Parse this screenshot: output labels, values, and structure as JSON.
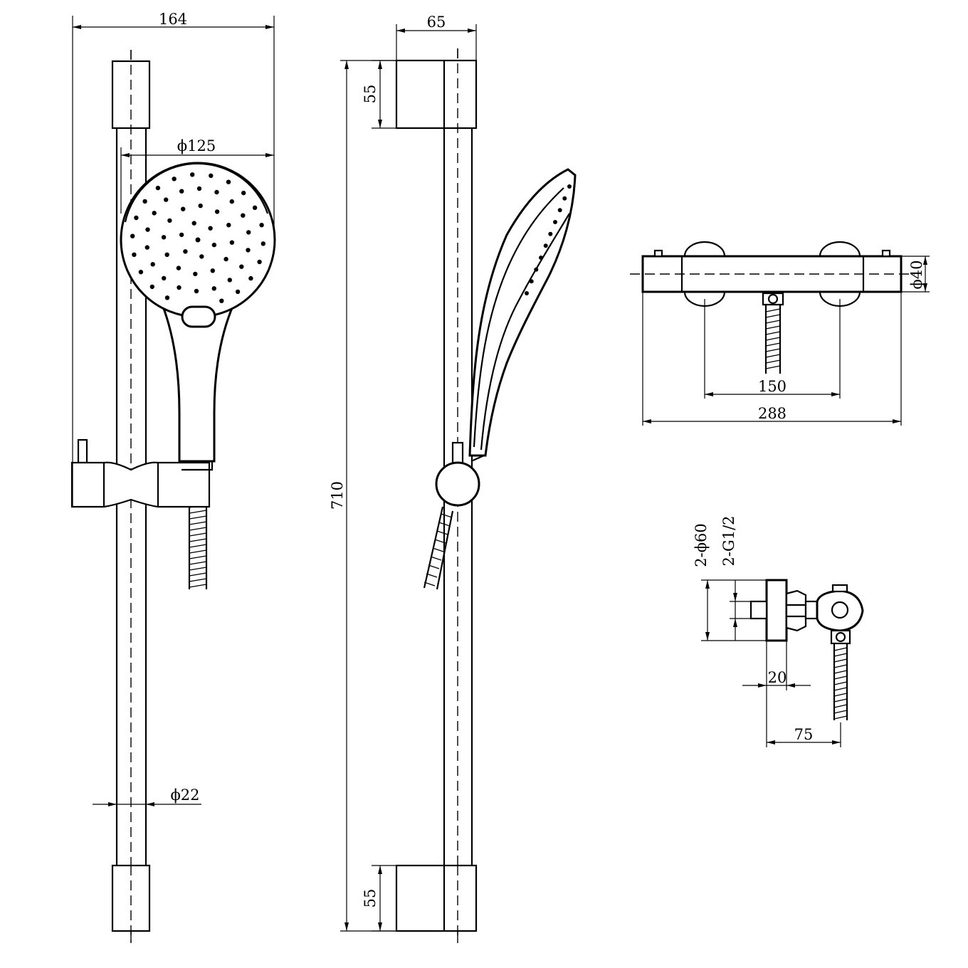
{
  "front_view": {
    "width": "164",
    "head_diameter": "ϕ125",
    "rail_diameter": "ϕ22"
  },
  "side_view": {
    "depth": "65",
    "top_bracket": "55",
    "rail_length": "710",
    "bottom_bracket": "55"
  },
  "valve_front": {
    "body_diameter": "ϕ40",
    "inlet_centres": "150",
    "overall_length": "288"
  },
  "valve_side": {
    "escutcheon": "2-ϕ60",
    "thread": "2-G1/2",
    "inlet_offset": "20",
    "projection": "75"
  }
}
